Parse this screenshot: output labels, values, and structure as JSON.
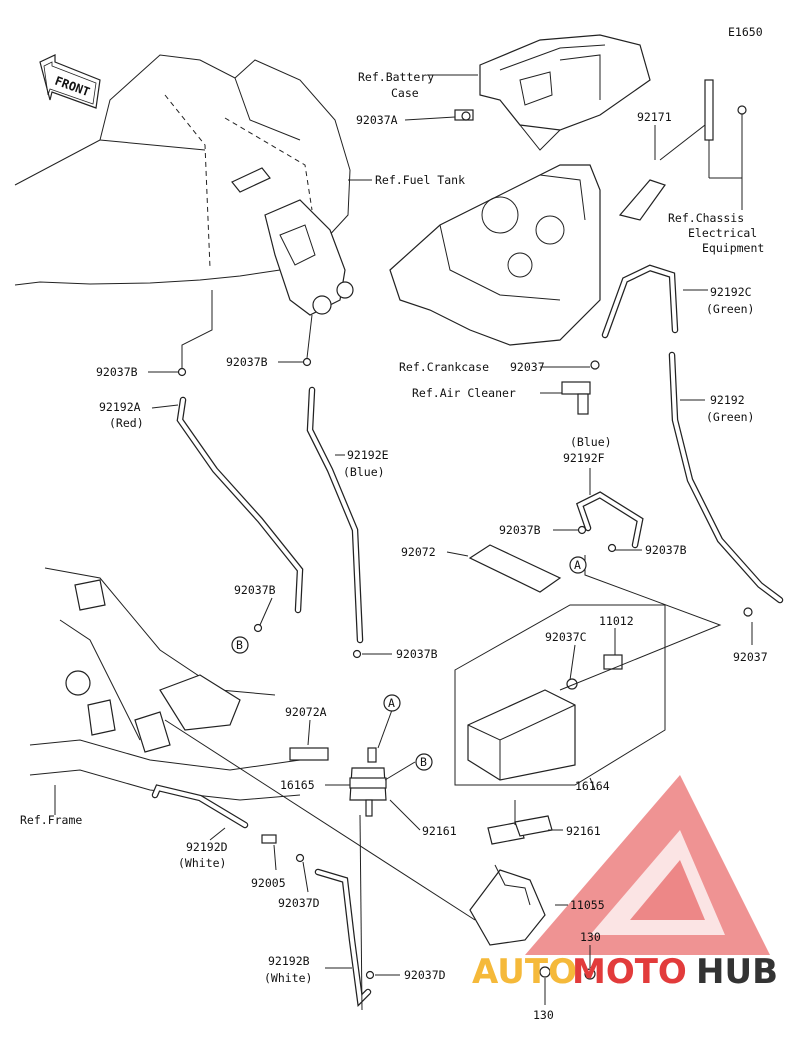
{
  "diagram_code": "E1650",
  "front_label": "FRONT",
  "labels": {
    "ref_battery_case_1": "Ref.Battery",
    "ref_battery_case_2": "Case",
    "p92037A": "92037A",
    "p92171": "92171",
    "ref_chassis_1": "Ref.Chassis",
    "ref_chassis_2": "Electrical",
    "ref_chassis_3": "Equipment",
    "ref_fuel_tank": "Ref.Fuel Tank",
    "p92192C": "92192C",
    "p92192C_color": "(Green)",
    "ref_crankcase": "Ref.Crankcase",
    "p92037_top": "92037",
    "ref_air_cleaner": "Ref.Air Cleaner",
    "p92037B_left": "92037B",
    "p92037B_mid": "92037B",
    "p92192A": "92192A",
    "p92192A_color": "(Red)",
    "p92192E": "92192E",
    "p92192E_color": "(Blue)",
    "p92192": "92192",
    "p92192_color": "(Green)",
    "p92192F_color": "(Blue)",
    "p92192F": "92192F",
    "p92037B_f1": "92037B",
    "p92037B_f2": "92037B",
    "p92072": "92072",
    "circle_A": "A",
    "circle_B": "B",
    "p92037B_b": "92037B",
    "p92037B_c": "92037B",
    "p11012": "11012",
    "p92037C": "92037C",
    "p92037_right": "92037",
    "p92072A": "92072A",
    "p16165": "16165",
    "p16164": "16164",
    "ref_frame": "Ref.Frame",
    "p92161_left": "92161",
    "p92161_right": "92161",
    "p92192D": "92192D",
    "p92192D_color": "(White)",
    "p92005": "92005",
    "p92037D_1": "92037D",
    "p11055": "11055",
    "p130_top": "130",
    "p92192B": "92192B",
    "p92192B_color": "(White)",
    "p92037D_2": "92037D",
    "p130_bottom": "130"
  },
  "watermark": {
    "part1": "AUTO",
    "part2": "MOTO",
    "part3": "HUB",
    "color1": "#f5b93a",
    "color2": "#e23b3b",
    "color3": "#333333"
  }
}
